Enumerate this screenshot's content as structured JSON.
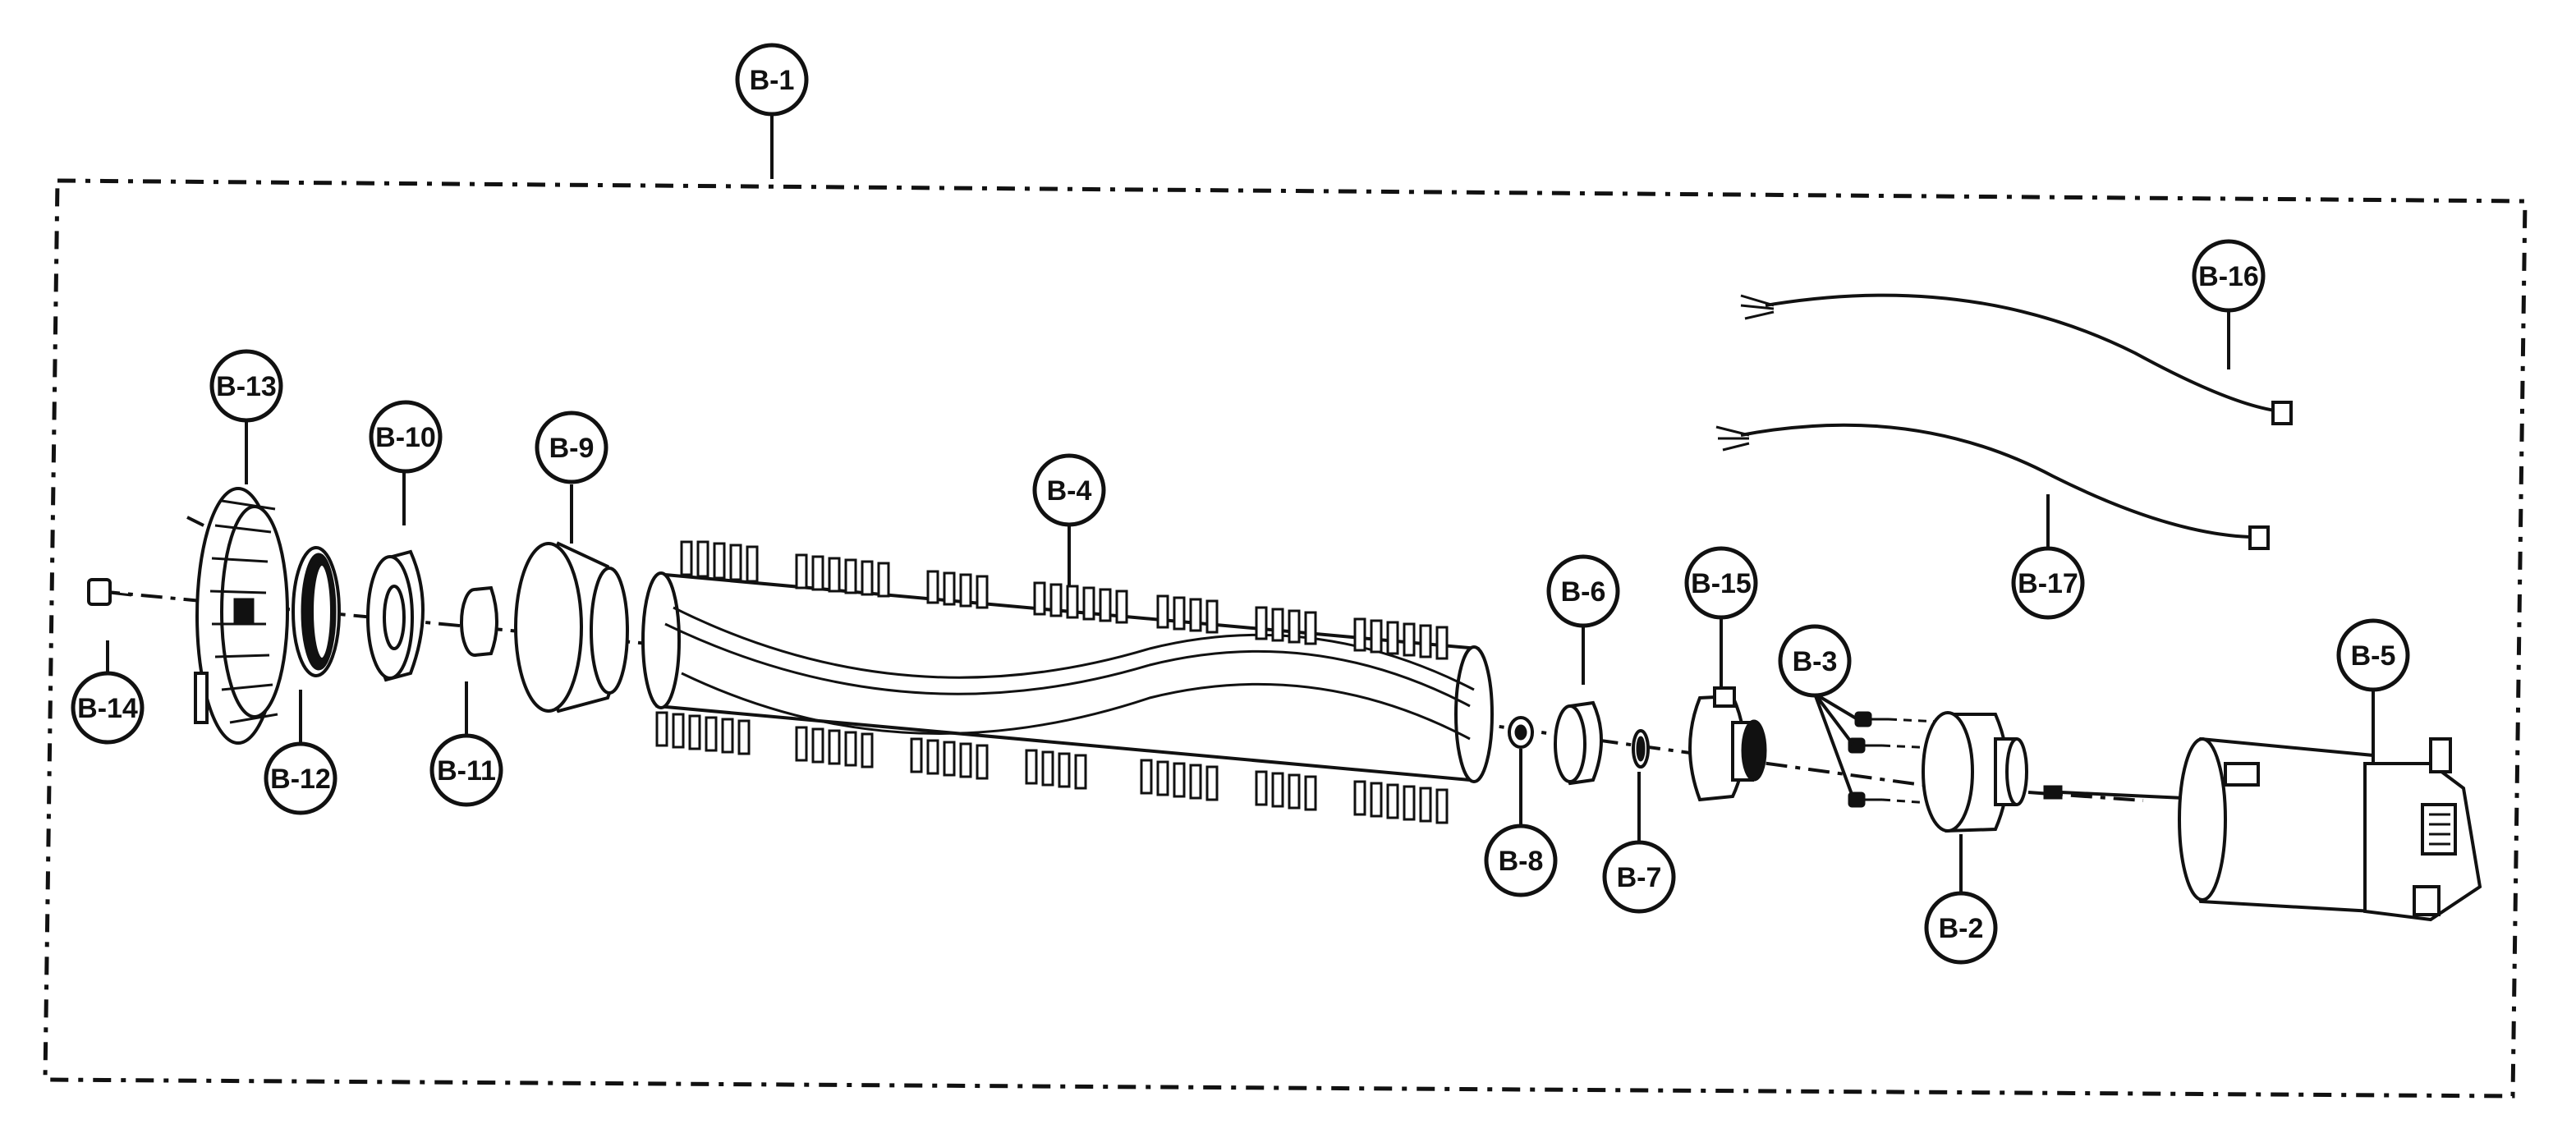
{
  "callouts": {
    "b1": "B-1",
    "b2": "B-2",
    "b3": "B-3",
    "b4": "B-4",
    "b5": "B-5",
    "b6": "B-6",
    "b7": "B-7",
    "b8": "B-8",
    "b9": "B-9",
    "b10": "B-10",
    "b11": "B-11",
    "b12": "B-12",
    "b13": "B-13",
    "b14": "B-14",
    "b15": "B-15",
    "b16": "B-16",
    "b17": "B-17"
  }
}
